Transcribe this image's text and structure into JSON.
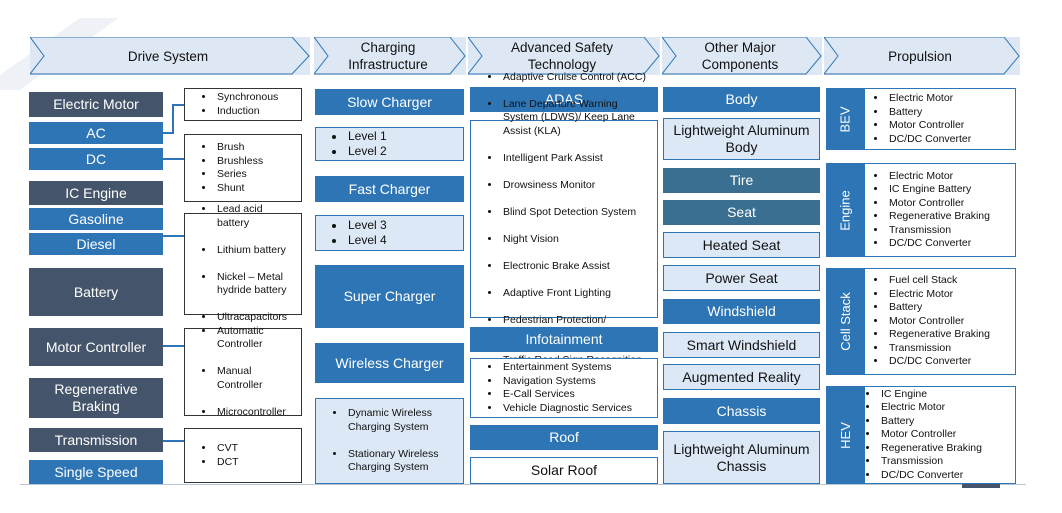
{
  "headers": [
    {
      "label": "Drive System"
    },
    {
      "label": "Charging\nInfrastructure"
    },
    {
      "label": "Advanced Safety\nTechnology"
    },
    {
      "label": "Other Major\nComponents"
    },
    {
      "label": "Propulsion"
    }
  ],
  "drive": {
    "electric_motor": "Electric Motor",
    "ac": "AC",
    "dc": "DC",
    "ic_engine": "IC Engine",
    "gasoline": "Gasoline",
    "diesel": "Diesel",
    "battery": "Battery",
    "motor_controller": "Motor Controller",
    "regen": "Regenerative\nBraking",
    "transmission": "Transmission",
    "single_speed": "Single Speed",
    "ac_list": [
      "Synchronous",
      "Induction"
    ],
    "dc_list": [
      "Brush",
      "Brushless",
      "Series",
      "Shunt"
    ],
    "battery_list": [
      "Lead acid\nbattery",
      "Lithium battery",
      "Nickel – Metal\nhydride battery",
      "Ultracapacitors"
    ],
    "controller_list": [
      "Automatic\nController",
      "Manual\nController",
      "Microcontroller"
    ],
    "transmission_list": [
      "CVT",
      "DCT"
    ]
  },
  "charging": {
    "slow": "Slow Charger",
    "slow_list": [
      "Level 1",
      "Level 2"
    ],
    "fast": "Fast Charger",
    "fast_list": [
      "Level 3",
      "Level 4"
    ],
    "super": "Super Charger",
    "wireless": "Wireless Charger",
    "wireless_list": [
      "Dynamic Wireless\nCharging System",
      "Stationary Wireless\nCharging System"
    ]
  },
  "safety": {
    "adas": "ADAS",
    "adas_list": [
      "Adaptive Cruise Control (ACC)",
      "Lane Departure Warning\nSystem (LDWS)/ Keep Lane\nAssist (KLA)",
      "Intelligent Park Assist",
      "Drowsiness Monitor",
      "Blind Spot Detection System",
      "Night Vision",
      "Electronic Brake Assist",
      "Adaptive Front Lighting",
      "Pedestrian Protection/\nWarning System",
      "Traffic Road Sign Recognition"
    ],
    "infotainment": "Infotainment",
    "infotainment_list": [
      "Entertainment Systems",
      "Navigation Systems",
      "E-Call Services",
      "Vehicle Diagnostic Services"
    ],
    "roof": "Roof",
    "solar_roof": "Solar Roof"
  },
  "components": {
    "body": "Body",
    "lw_body": "Lightweight Aluminum\nBody",
    "tire": "Tire",
    "seat": "Seat",
    "heated_seat": "Heated Seat",
    "power_seat": "Power Seat",
    "windshield": "Windshield",
    "smart_windshield": "Smart Windshield",
    "augmented_reality": "Augmented Reality",
    "chassis": "Chassis",
    "lw_chassis": "Lightweight Aluminum\nChassis"
  },
  "propulsion": {
    "bev": "BEV",
    "bev_list": [
      "Electric Motor",
      "Battery",
      "Motor Controller",
      "DC/DC Converter"
    ],
    "engine": "Engine",
    "engine_list": [
      "Electric Motor",
      "IC Engine Battery",
      "Motor Controller",
      "Regenerative Braking",
      "Transmission",
      "DC/DC Converter"
    ],
    "cell_stack": "Cell Stack",
    "cell_list": [
      "Fuel cell Stack",
      "Electric Motor",
      "Battery",
      "Motor Controller",
      "Regenerative Braking",
      "Transmission",
      "DC/DC Converter"
    ],
    "hev": "HEV",
    "hev_list": [
      "IC Engine",
      "Electric Motor",
      "Battery",
      "Motor Controller",
      "Regenerative Braking",
      "Transmission",
      "DC/DC Converter"
    ]
  },
  "colors": {
    "dark": "#44546a",
    "blue": "#2e75b6",
    "teal": "#3a6f91",
    "light": "#dce8f5"
  }
}
